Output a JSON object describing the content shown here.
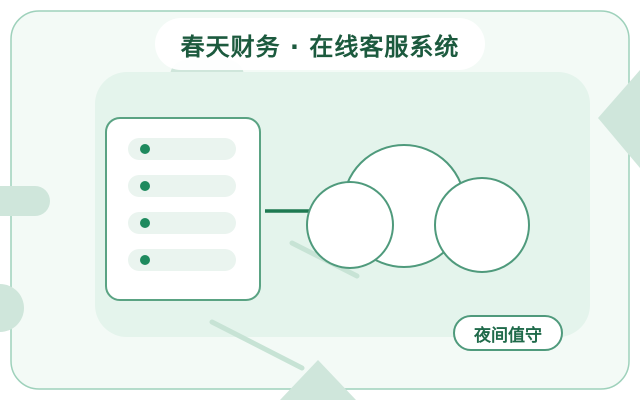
{
  "title": "春天财务 · 在线客服系统",
  "badge": "夜间值守",
  "colors": {
    "accent": "#1e8a5e",
    "dark_text": "#1c5a3e",
    "outline": "#4f9a7c",
    "panel_bg": "#f3faf6",
    "inner_bg": "#e4f4ec"
  },
  "illustration": {
    "list_card_items": 4,
    "connector": "line",
    "cloud": "three-circle cloud"
  }
}
